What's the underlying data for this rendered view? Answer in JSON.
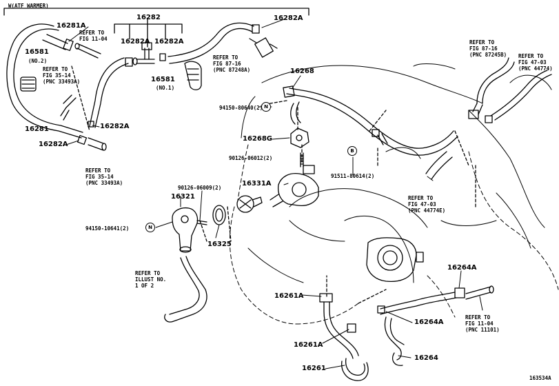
{
  "header": {
    "variant_label": "W(ATF WARMER)"
  },
  "diagram_id": "163534A",
  "parts": {
    "p16281A": "16281A",
    "p16282_top": "16282",
    "p16282A_1": "16282A",
    "p16282A_2": "16282A",
    "p16282A_3": "16282A",
    "p16581_no2": "16581",
    "no2": "(NO.2)",
    "p16581_no1": "16581",
    "no1": "(NO.1)",
    "p16281": "16281",
    "p16282A_4": "16282A",
    "p16282A_5": "16282A",
    "p16268": "16268",
    "p16268G": "16268G",
    "p16331A": "16331A",
    "p16321": "16321",
    "p16325": "16325",
    "p16264A_1": "16264A",
    "p16264A_2": "16264A",
    "p16261A_1": "16261A",
    "p16261A_2": "16261A",
    "p16261": "16261",
    "p16264": "16264",
    "b94150_80640": "94150-80640(2)",
    "b90126_06012": "90126-06012(2)",
    "b91511_80614": "91511-80614(2)",
    "b90126_06009": "90126-06009(2)",
    "b94150_10641": "94150-10641(2)"
  },
  "markers": {
    "N": "N",
    "B": "B"
  },
  "refs": {
    "fig11_04_top": [
      "REFER TO",
      "FIG 11-04"
    ],
    "fig35_14_top": [
      "REFER TO",
      "FIG 35-14",
      "(PNC 33493A)"
    ],
    "fig87_16_mid": [
      "REFER TO",
      "FIG 87-16",
      "(PNC 87248A)"
    ],
    "fig87_16_right": [
      "REFER TO",
      "FIG 87-16",
      "(PNC 87245B)"
    ],
    "fig47_03_right": [
      "REFER TO",
      "FIG 47-03",
      "(PNC 44774)"
    ],
    "fig35_14_bottom": [
      "REFER TO",
      "FIG 35-14",
      "(PNC 33493A)"
    ],
    "fig47_03_bottom": [
      "REFER TO",
      "FIG 47-03",
      "(PNC 44774E)"
    ],
    "illust": [
      "REFER TO",
      "ILLUST NO.",
      "1 OF 2"
    ],
    "fig11_04_bottom": [
      "REFER TO",
      "FIG 11-04",
      "(PNC 11101)"
    ]
  }
}
